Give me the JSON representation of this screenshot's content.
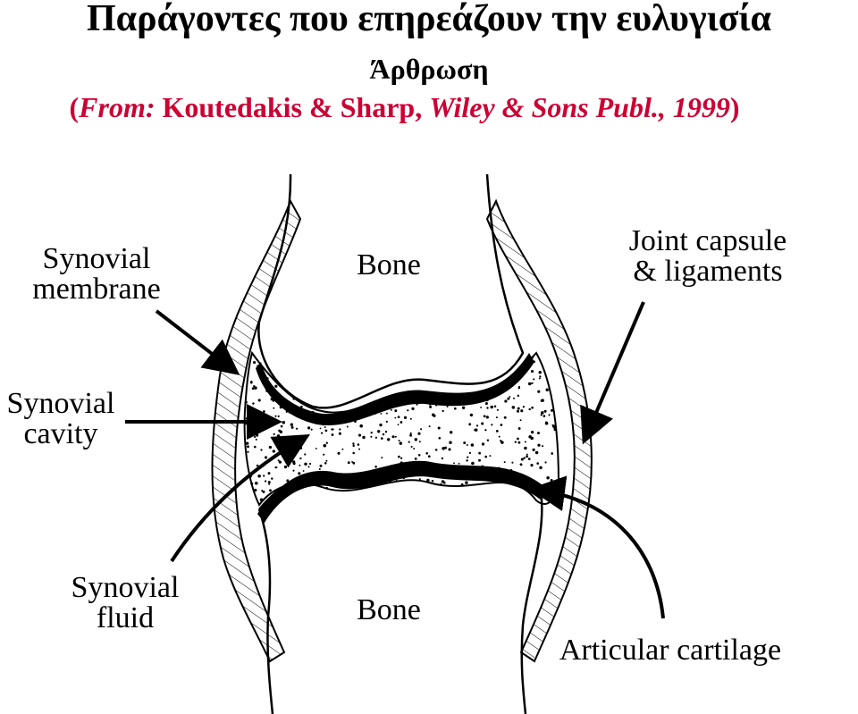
{
  "header": {
    "title": "Παράγοντες που επηρεάζουν την ευλυγισία",
    "subtitle": "Άρθρωση",
    "citation": {
      "open": "(",
      "from_label": "From:",
      "authors": " Koutedakis & Sharp, ",
      "publisher": "Wiley & Sons Publ., 1999",
      "close": ")"
    }
  },
  "colors": {
    "title": "#000000",
    "citation": "#cc0033",
    "line": "#000000",
    "background": "#ffffff"
  },
  "labels": {
    "bone_top": "Bone",
    "bone_bottom": "Bone",
    "synovial_membrane": [
      "Synovial",
      "membrane"
    ],
    "synovial_cavity": [
      "Synovial",
      "cavity"
    ],
    "synovial_fluid": [
      "Synovial",
      "fluid"
    ],
    "joint_capsule": [
      "Joint capsule",
      "& ligaments"
    ],
    "articular_cartilage": "Articular cartilage"
  }
}
